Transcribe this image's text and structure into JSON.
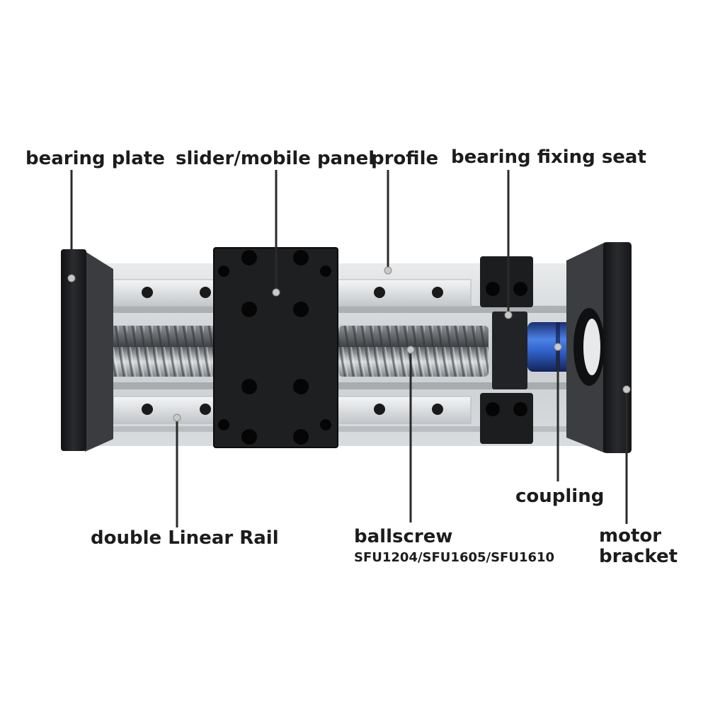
{
  "labels": {
    "bearing_plate": "bearing plate",
    "slider": "slider/mobile panel",
    "profile": "profile",
    "bearing_fixing_seat": "bearing fixing seat",
    "coupling": "coupling",
    "double_linear_rail": "double Linear Rail",
    "ballscrew": "ballscrew",
    "ballscrew_models": "SFU1204/SFU1605/SFU1610",
    "motor_bracket_line1": "motor",
    "motor_bracket_line2": "bracket"
  },
  "colors": {
    "background": "#ffffff",
    "profile": "#cfd3d6",
    "anodized_black": "#1b1c1e",
    "screw_steel": "#9aa0a4",
    "coupling_blue": "#2f5fc8",
    "callout_line": "#2a2a2a",
    "callout_dot": "#c9c9c9"
  }
}
